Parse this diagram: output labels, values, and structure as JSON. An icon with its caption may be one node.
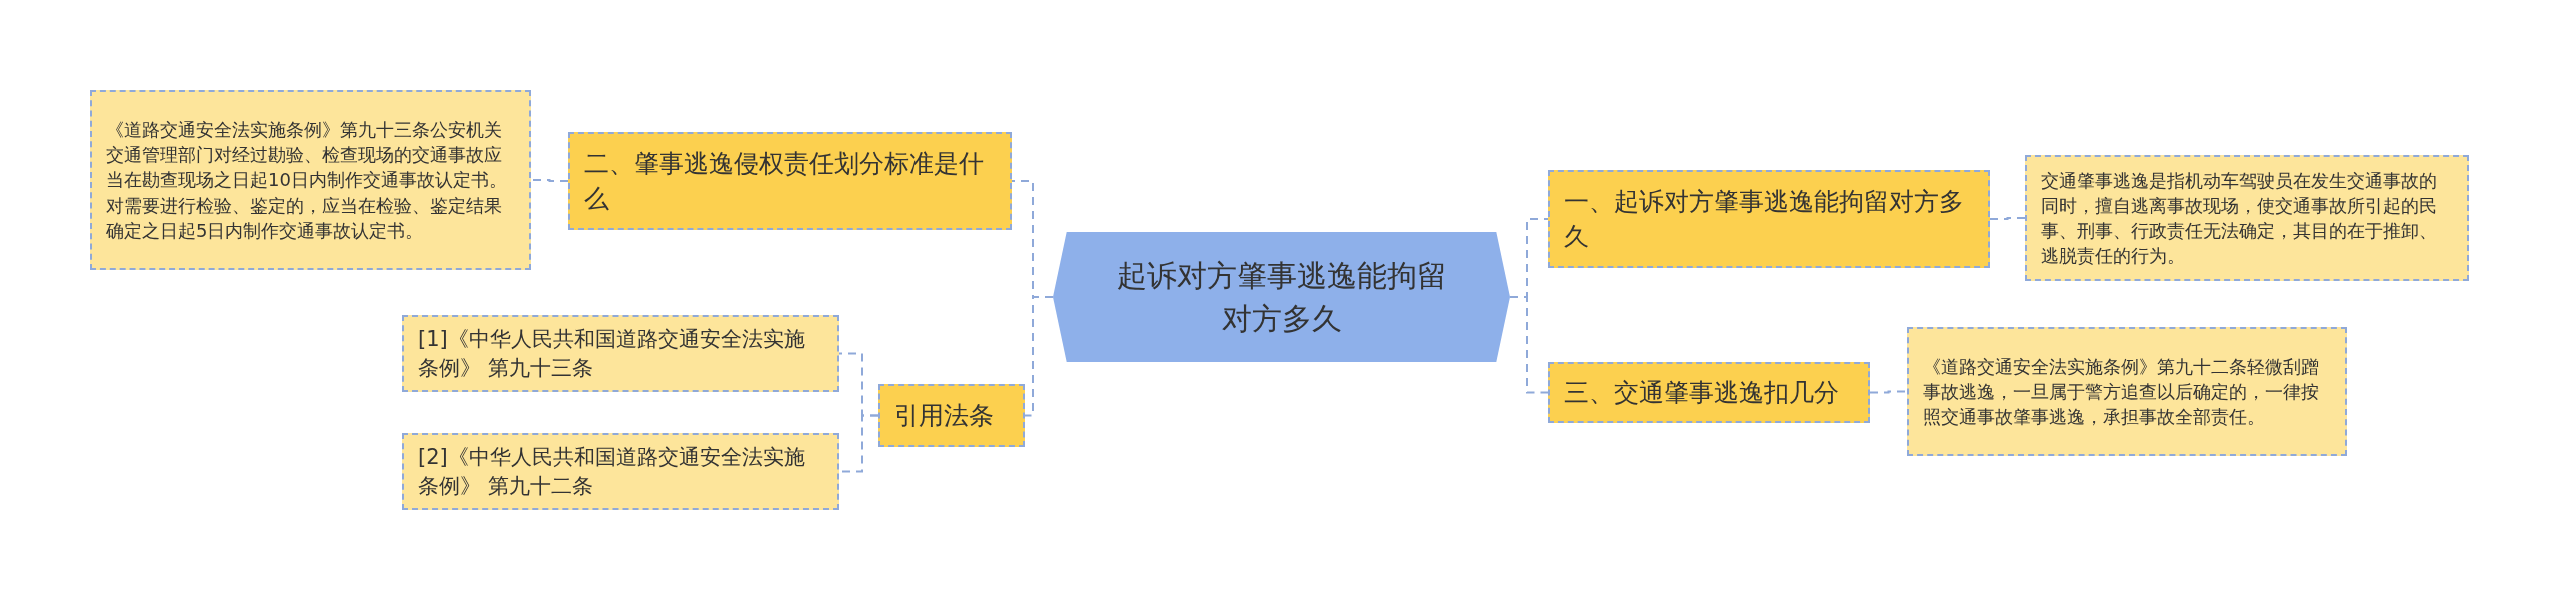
{
  "diagram": {
    "nodes": [
      {
        "text": [
          "起诉对方肇事逃逸能拘留对方多久"
        ]
      },
      {
        "text": [
          "一、起诉对方肇事逃逸能拘留对方多久"
        ]
      },
      {
        "text": [
          "交通肇事逃逸是指机动车驾驶员在发生交通事故的同时，擅自逃离事故现场，使交通事故所引起的民事、刑事、行政责任无法确定，其目的在于推卸、逃脱责任的行为。"
        ]
      },
      {
        "text": [
          "三、交通肇事逃逸扣几分"
        ]
      },
      {
        "text": [
          "《道路交通安全法实施条例》第九十二条轻微刮蹭事故逃逸，一旦属于警方追查以后确定的，一律按照交通事故肇事逃逸，承担事故全部责任。"
        ]
      },
      {
        "text": [
          "二、肇事逃逸侵权责任划分标准是什么"
        ]
      },
      {
        "text": [
          "《道路交通安全法实施条例》第九十三条公安机关交通管理部门对经过勘验、检查现场的交通事故应当在勘查现场之日起10日内制作交通事故认定书。对需要进行检验、鉴定的，应当在检验、鉴定结果确定之日起5日内制作交通事故认定书。"
        ]
      },
      {
        "text": [
          "引用法条"
        ]
      },
      {
        "text": [
          "[1]《中华人民共和国道路交通安全法实施条例》 第九十三条"
        ]
      },
      {
        "text": [
          "[2]《中华人民共和国道路交通安全法实施条例》 第九十二条"
        ]
      }
    ],
    "edges": [
      {
        "from": 0,
        "to": 1,
        "arrow": "none"
      },
      {
        "from": 1,
        "to": 2,
        "arrow": "none"
      },
      {
        "from": 0,
        "to": 3,
        "arrow": "none"
      },
      {
        "from": 3,
        "to": 4,
        "arrow": "none"
      },
      {
        "from": 0,
        "to": 5,
        "arrow": "none"
      },
      {
        "from": 5,
        "to": 6,
        "arrow": "none"
      },
      {
        "from": 0,
        "to": 7,
        "arrow": "none"
      },
      {
        "from": 7,
        "to": 8,
        "arrow": "none"
      },
      {
        "from": 7,
        "to": 9,
        "arrow": "none"
      }
    ]
  }
}
